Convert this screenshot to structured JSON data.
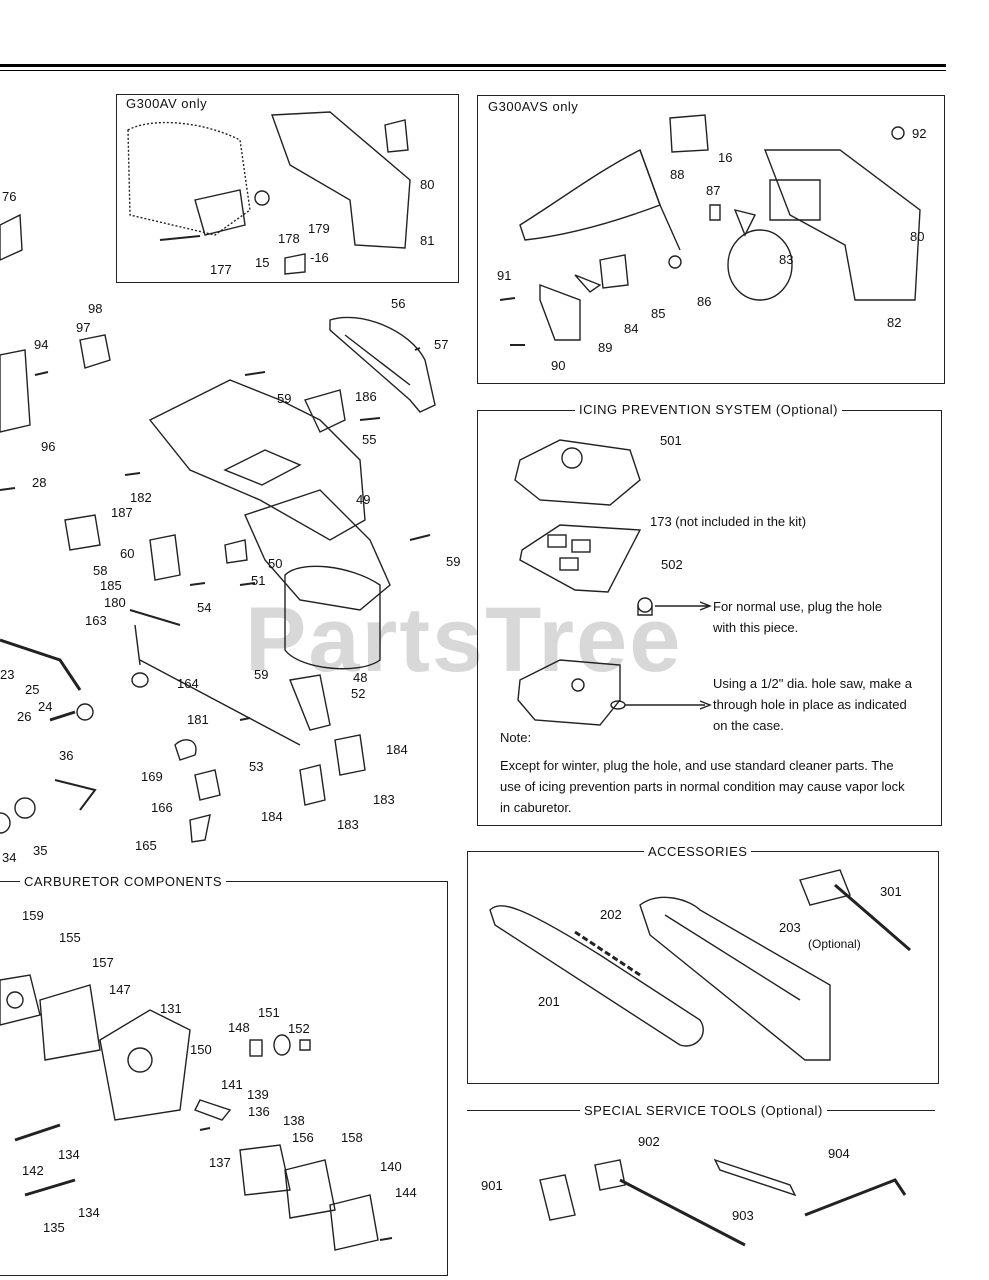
{
  "watermark": "PartsTree",
  "sections": {
    "g300av": {
      "title": "G300AV only",
      "labels": [
        "80",
        "81",
        "179",
        "178",
        "-16",
        "15",
        "177"
      ]
    },
    "g300avs": {
      "title": "G300AVS only",
      "labels": [
        "16",
        "88",
        "87",
        "80",
        "83",
        "86",
        "91",
        "84",
        "85",
        "82",
        "89",
        "90"
      ]
    },
    "icing": {
      "title": "ICING PREVENTION SYSTEM (Optional)",
      "label_501": "501",
      "label_173": "173 (not included in the kit)",
      "label_502": "502",
      "callout_normal": "For normal use, plug the hole with this piece.",
      "callout_saw": "Using a 1/2\" dia. hole saw, make a through hole in place as indicated on the case.",
      "note_heading": "Note:",
      "note_text": "Except for winter, plug the hole, and use standard cleaner parts. The use of icing prevention parts in normal condition may cause vapor lock in caburetor."
    },
    "accessories": {
      "title": "ACCESSORIES",
      "labels": [
        "301",
        "202",
        "203",
        "(Optional)",
        "201"
      ]
    },
    "tools": {
      "title": "SPECIAL SERVICE TOOLS (Optional)",
      "labels": [
        "902",
        "904",
        "901",
        "903"
      ]
    },
    "carburetor": {
      "title": "CARBURETOR COMPONENTS",
      "labels": [
        "159",
        "155",
        "157",
        "147",
        "131",
        "148",
        "151",
        "152",
        "150",
        "141",
        "139",
        "136",
        "138",
        "134",
        "156",
        "158",
        "137",
        "140",
        "142",
        "144",
        "134",
        "135"
      ]
    },
    "main": {
      "labels": [
        "76",
        "92",
        "98",
        "97",
        "56",
        "94",
        "57",
        "59",
        "186",
        "96",
        "55",
        "28",
        "49",
        "182",
        "187",
        "60",
        "58",
        "50",
        "59",
        "185",
        "51",
        "54",
        "180",
        "163",
        "59",
        "164",
        "48",
        "23",
        "25",
        "24",
        "52",
        "26",
        "181",
        "184",
        "36",
        "53",
        "169",
        "183",
        "166",
        "184",
        "183",
        "165",
        "34",
        "35"
      ]
    }
  }
}
